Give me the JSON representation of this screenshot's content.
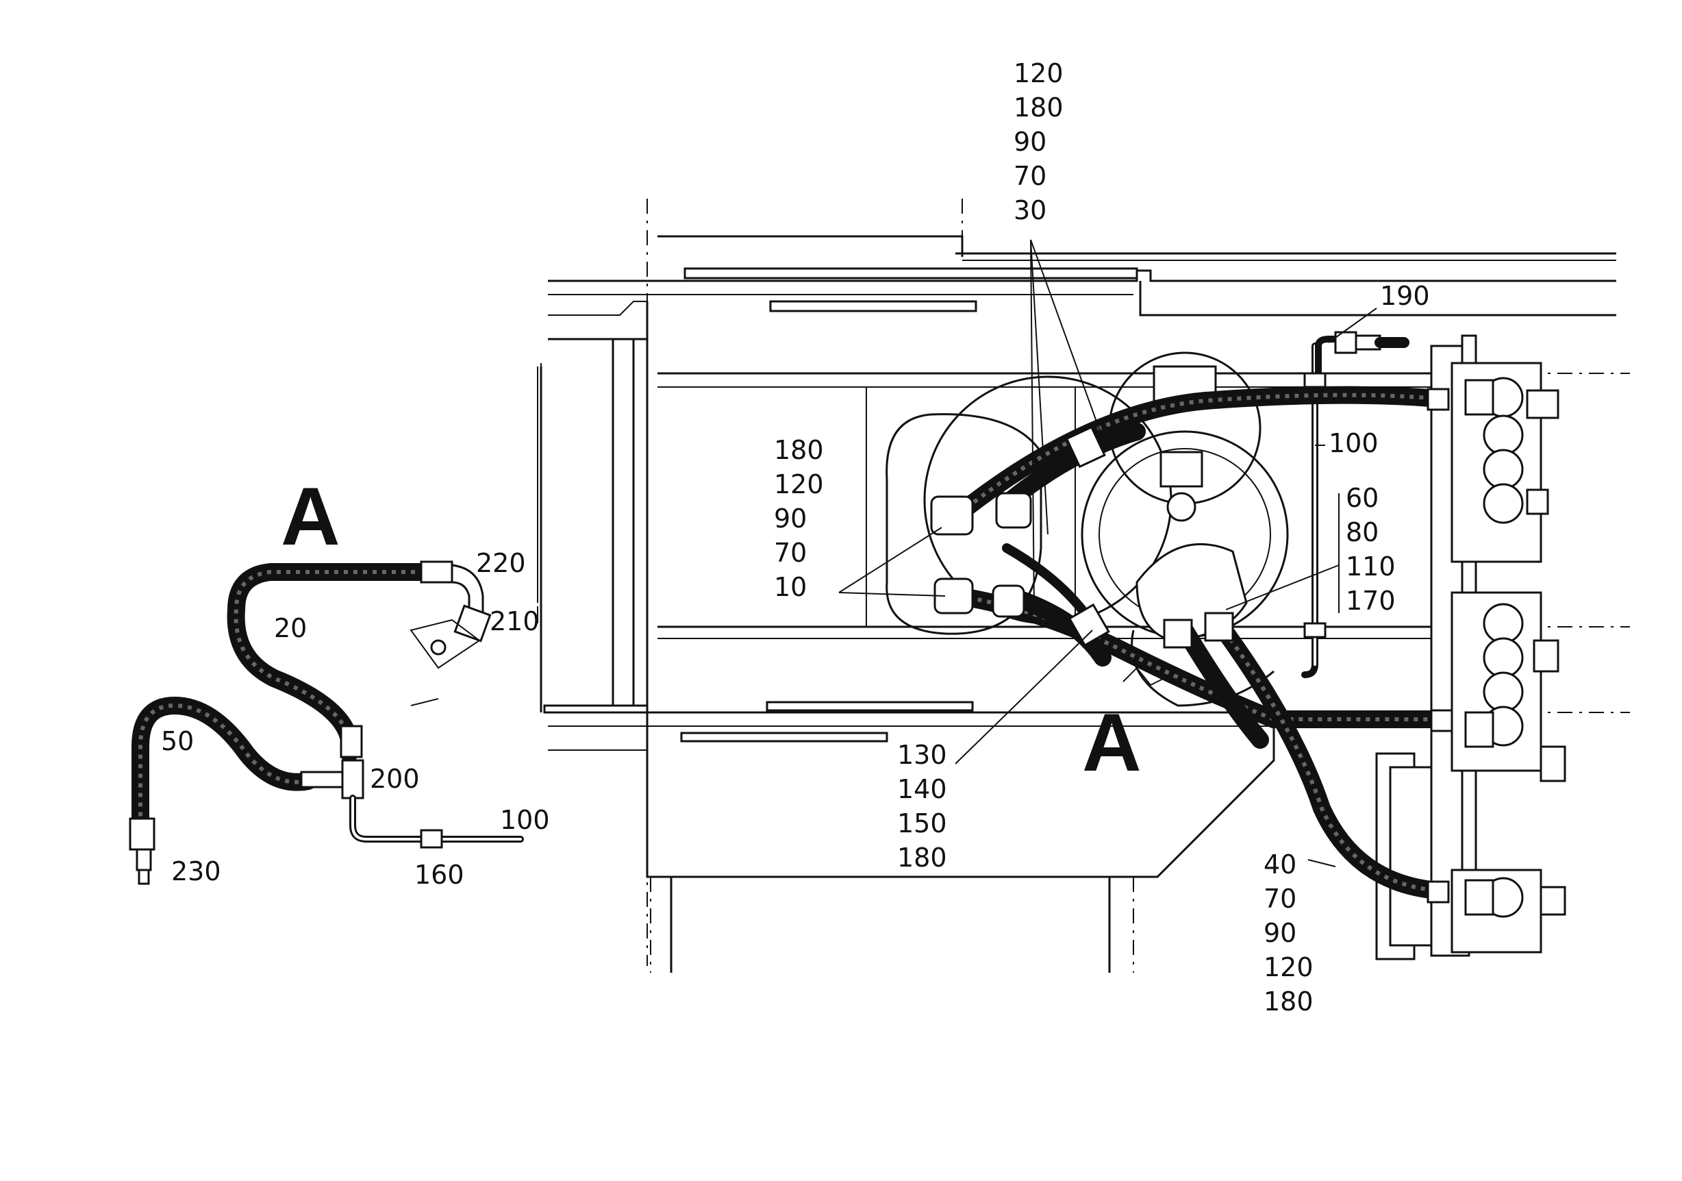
{
  "detail_marker": "A",
  "detail_view": {
    "label_hose_upper": "20",
    "label_hose_lower": "50",
    "label_elbow": "220",
    "label_adapter": "210",
    "label_tee": "200",
    "label_tube": "100",
    "label_clamp": "160",
    "label_fitting": "230"
  },
  "main_view": {
    "callout_top": [
      "120",
      "180",
      "90",
      "70",
      "30"
    ],
    "callout_left": [
      "180",
      "120",
      "90",
      "70",
      "10"
    ],
    "callout_valve": "190",
    "callout_pipe": "100",
    "callout_right": [
      "60",
      "80",
      "110",
      "170"
    ],
    "callout_clamp": [
      "130",
      "140",
      "150",
      "180"
    ],
    "callout_lower": [
      "40",
      "70",
      "90",
      "120",
      "180"
    ]
  }
}
